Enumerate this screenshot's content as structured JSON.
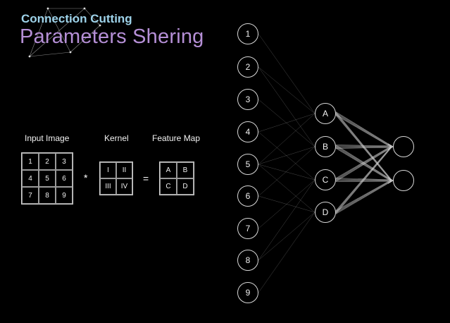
{
  "header": {
    "title": "Connection Cutting",
    "subtitle": "Parameters Shering"
  },
  "convolution": {
    "input_label": "Input Image",
    "kernel_label": "Kernel",
    "feature_label": "Feature Map",
    "input_cells": [
      "1",
      "2",
      "3",
      "4",
      "5",
      "6",
      "7",
      "8",
      "9"
    ],
    "kernel_cells": [
      "I",
      "II",
      "III",
      "IV"
    ],
    "feature_cells": [
      "A",
      "B",
      "C",
      "D"
    ],
    "multiply_symbol": "*",
    "equals_symbol": "="
  },
  "network": {
    "input_nodes": [
      "1",
      "2",
      "3",
      "4",
      "5",
      "6",
      "7",
      "8",
      "9"
    ],
    "hidden_nodes": [
      "A",
      "B",
      "C",
      "D"
    ],
    "output_node_count": 2
  },
  "colors": {
    "background": "#000000",
    "title": "#9ed3ea",
    "subtitle": "#b58fd6",
    "line": "#cfcfcf"
  }
}
